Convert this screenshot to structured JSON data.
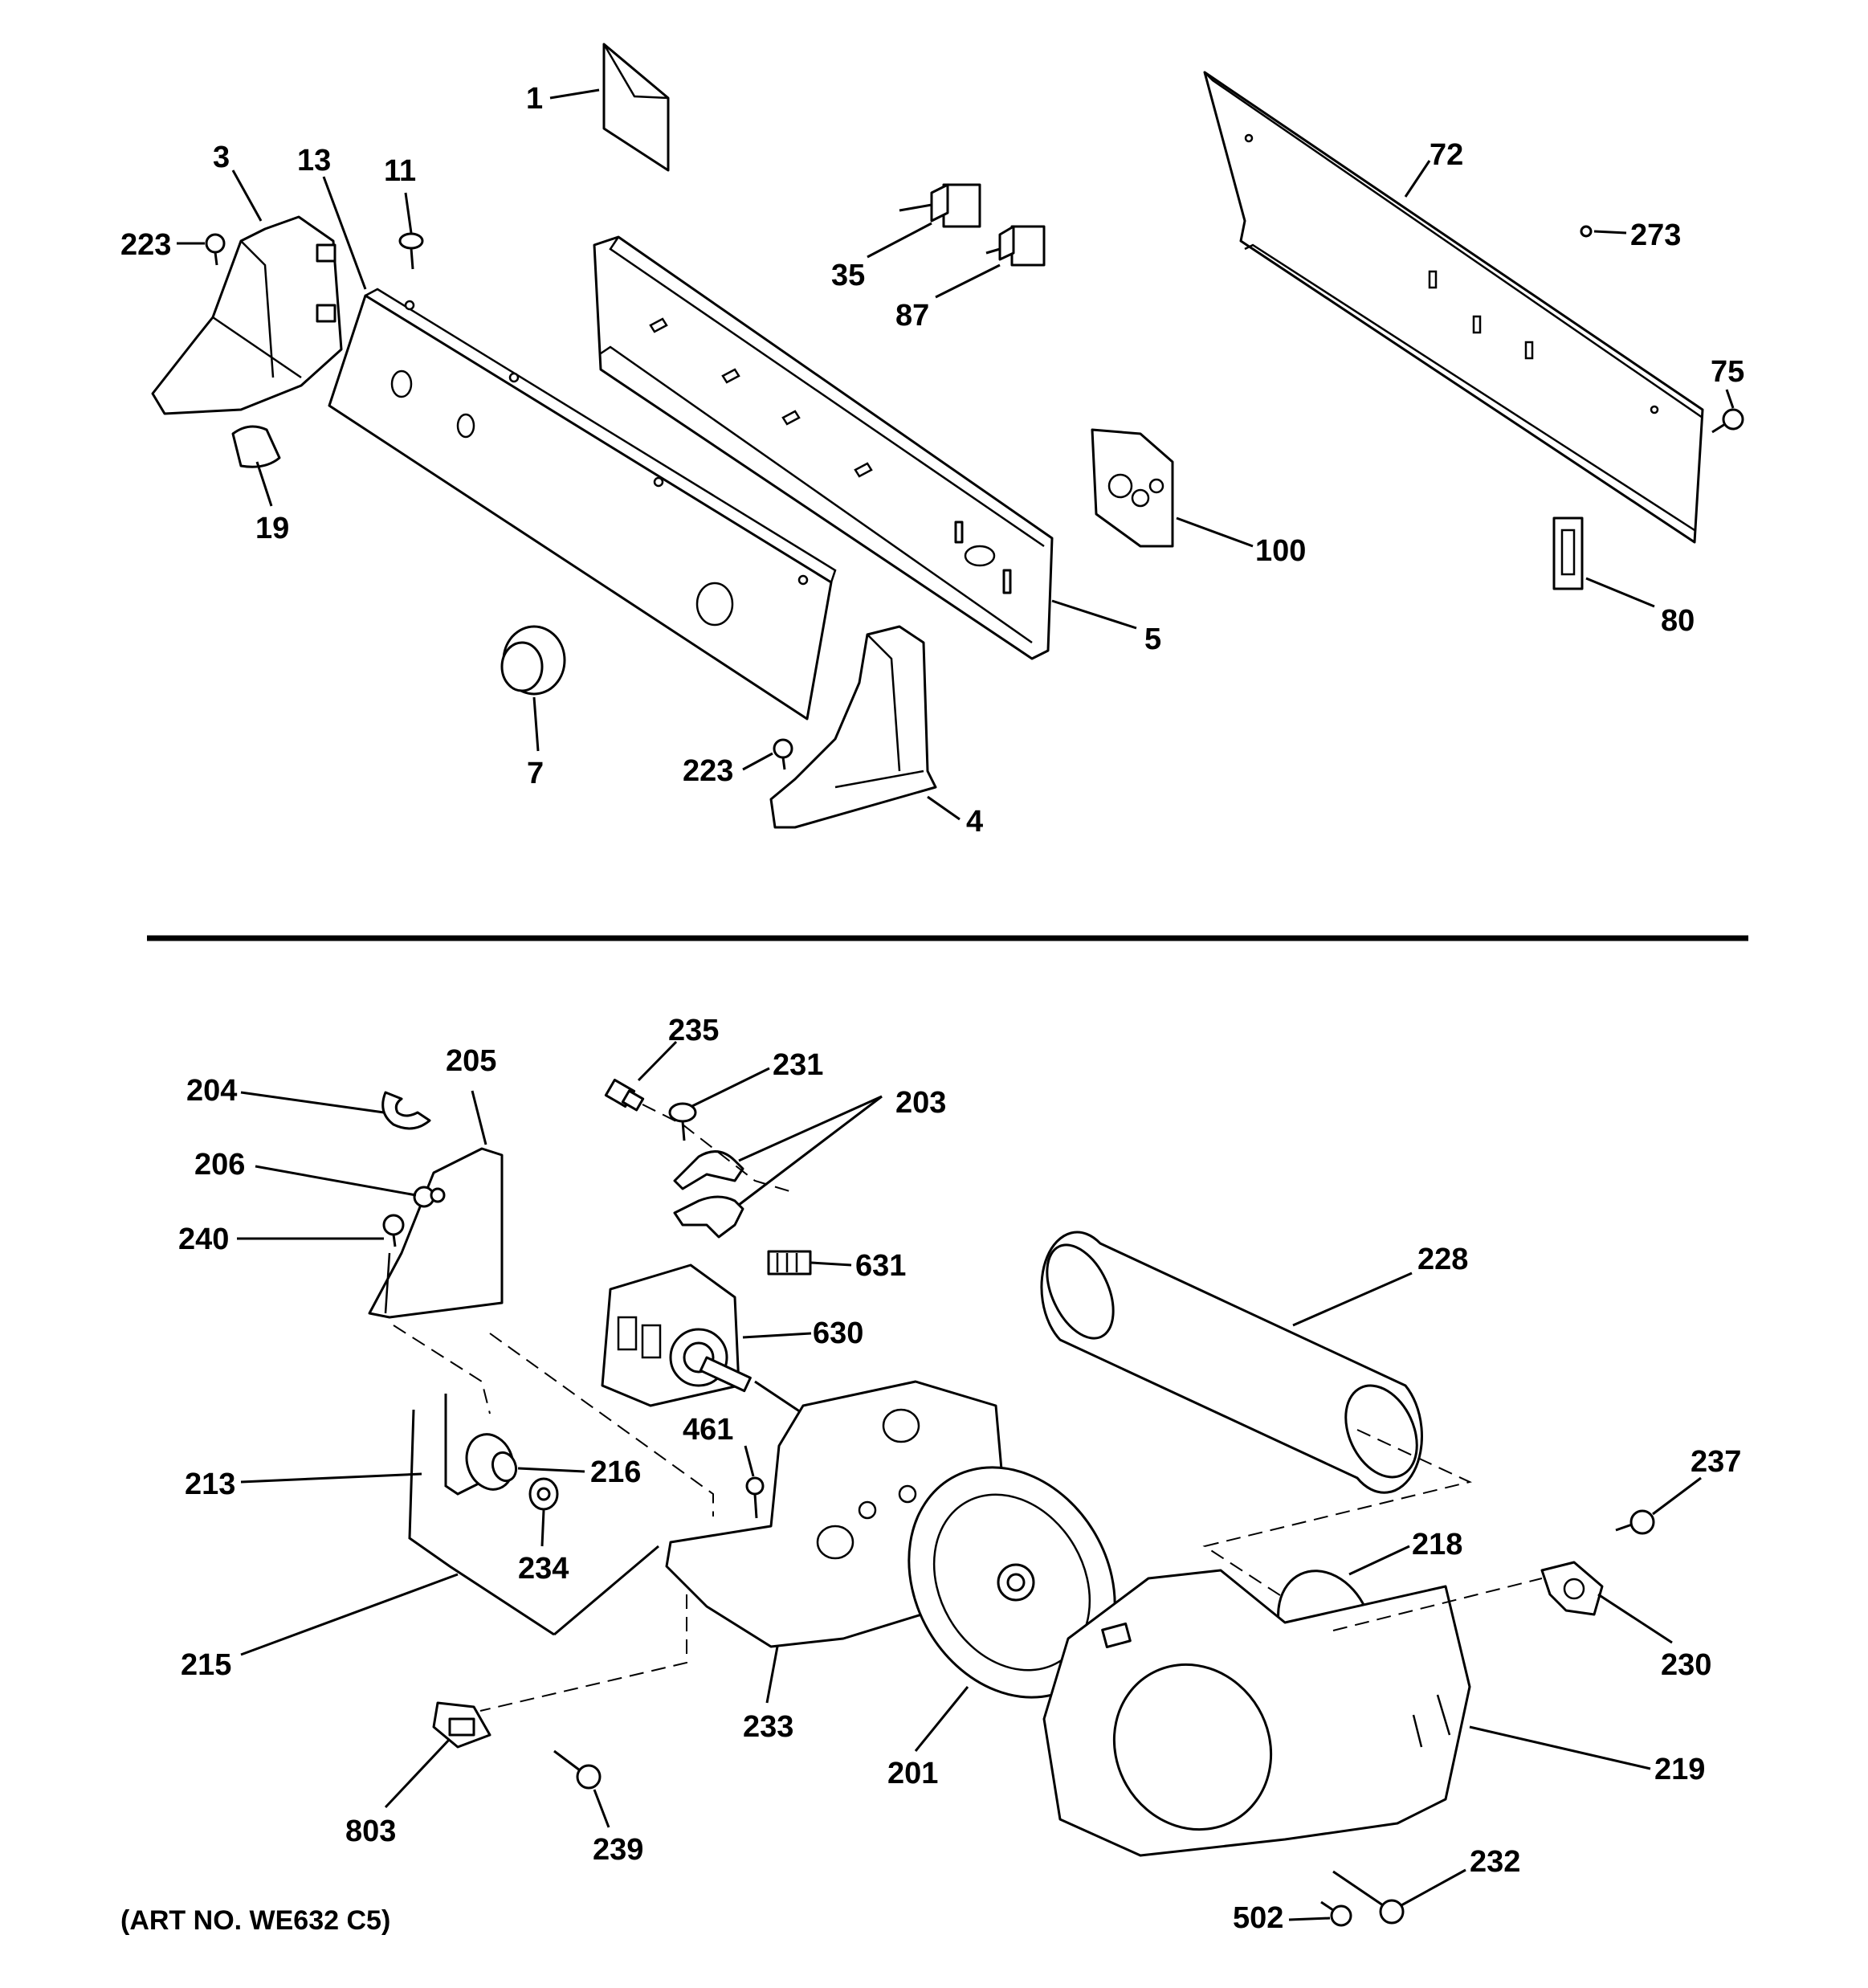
{
  "art_number": "(ART NO. WE632 C5)",
  "labels": {
    "p1": "1",
    "p3": "3",
    "p13": "13",
    "p11": "11",
    "p223a": "223",
    "p19": "19",
    "p7": "7",
    "p223b": "223",
    "p4": "4",
    "p5": "5",
    "p35": "35",
    "p87": "87",
    "p100": "100",
    "p72": "72",
    "p273": "273",
    "p75": "75",
    "p80": "80",
    "p235": "235",
    "p231": "231",
    "p203": "203",
    "p205": "205",
    "p204": "204",
    "p206": "206",
    "p240": "240",
    "p631": "631",
    "p228": "228",
    "p630": "630",
    "p461": "461",
    "p213": "213",
    "p216": "216",
    "p234": "234",
    "p215": "215",
    "p233": "233",
    "p201": "201",
    "p218": "218",
    "p237": "237",
    "p230": "230",
    "p219": "219",
    "p803": "803",
    "p239": "239",
    "p232": "232",
    "p502": "502"
  }
}
